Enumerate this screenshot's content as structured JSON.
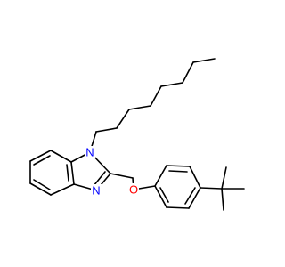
{
  "structure": {
    "atoms": {
      "n1": {
        "label": "N",
        "color": "#0000ff"
      },
      "n3": {
        "label": "N",
        "color": "#0000ff"
      },
      "o": {
        "label": "O",
        "color": "#ff0000"
      }
    }
  }
}
